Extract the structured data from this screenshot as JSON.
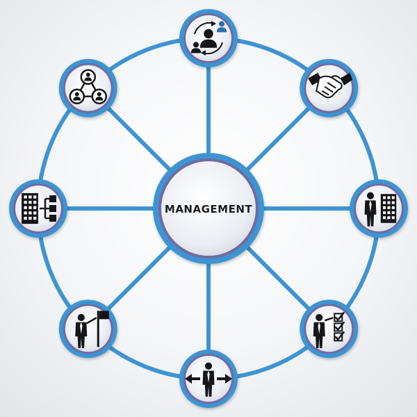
{
  "diagram": {
    "center": {
      "label": "MANAGEMENT"
    },
    "nodes": [
      {
        "name": "node-rotation-icon",
        "icon": "people-rotation-icon"
      },
      {
        "name": "node-handshake",
        "icon": "handshake-icon"
      },
      {
        "name": "node-businessman-building",
        "icon": "businessman-building-icon"
      },
      {
        "name": "node-checklist",
        "icon": "checklist-presenter-icon"
      },
      {
        "name": "node-direction",
        "icon": "direction-arrows-person-icon"
      },
      {
        "name": "node-flag",
        "icon": "person-flag-icon"
      },
      {
        "name": "node-org-chart",
        "icon": "building-hierarchy-icon"
      },
      {
        "name": "node-network",
        "icon": "people-network-icon"
      }
    ],
    "colors": {
      "ring": "#3e94d2",
      "spoke": "#3e94d2",
      "node_border": "#3e94d2",
      "node_inner_border": "#6f6aa0",
      "node_fill": "#e9ecf3",
      "icon": "#15151a",
      "icon_accent": "#2c6fb0"
    }
  }
}
